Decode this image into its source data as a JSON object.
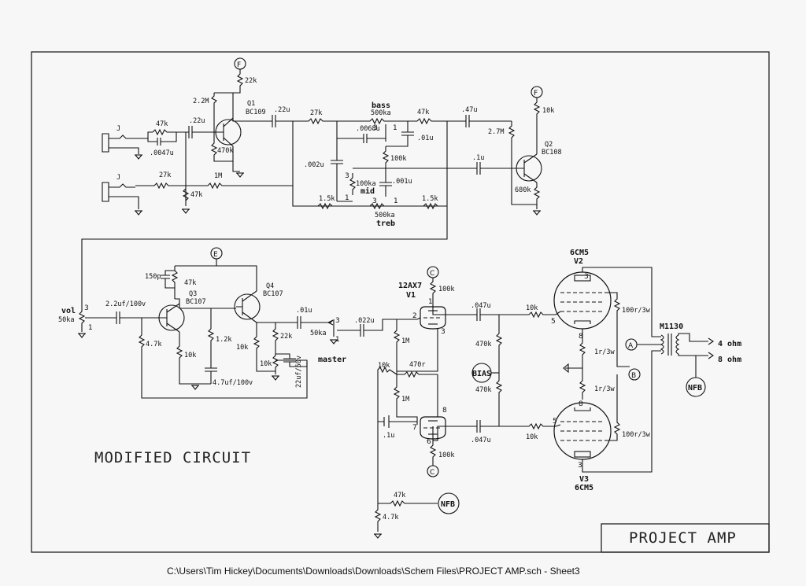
{
  "sheet": {
    "circuit_label": "MODIFIED CIRCUIT",
    "title_block": "PROJECT AMP",
    "footer_path": "C:\\Users\\Tim Hickey\\Documents\\Downloads\\Downloads\\Schem Files\\PROJECT AMP.sch  -  Sheet3"
  },
  "nets": {
    "F": "F",
    "E": "E",
    "C": "C",
    "A": "A",
    "B": "B",
    "BIAS": "BIAS",
    "NFB": "NFB"
  },
  "jacks": {
    "j1": "J",
    "j2": "J"
  },
  "pin": {
    "1": "1",
    "2": "2",
    "3": "3",
    "5": "5",
    "6": "6",
    "7": "7",
    "8": "8"
  },
  "parts": {
    "r_47k_in": "47k",
    "c_0047u": ".0047u",
    "c_22u_in": ".22u",
    "r_2_2M": "2.2M",
    "r_22k_q1": "22k",
    "q1_name": "Q1",
    "q1_type": "BC109",
    "r_470k_q1": "470k",
    "c_22u_out": ".22u",
    "r_27k_top": "27k",
    "r_27k_j2": "27k",
    "r_1M_mix": "1M",
    "r_47k_gnd": "47k",
    "bass_name": "bass",
    "bass_val": "500ka",
    "c_0068u": ".0068u",
    "c_01u_bass": ".01u",
    "c_002u": ".002u",
    "r_100k_tone": "100k",
    "mid_name": "mid",
    "mid_val": "100ka",
    "c_001u": ".001u",
    "r_1_5k_l": "1.5k",
    "r_1_5k_r": "1.5k",
    "treb_val": "500ka",
    "treb_name": "treb",
    "r_47k_tone": "47k",
    "c_47u": ".47u",
    "r_10k_q2": "10k",
    "r_2_7M": "2.7M",
    "c_1u_q2": ".1u",
    "q2_name": "Q2",
    "q2_type": "BC108",
    "r_680k": "680k",
    "vol_name": "vol",
    "vol_val": "50ka",
    "c_2_2uf": "2.2uf/100v",
    "c_150p": "150p",
    "r_47k_q3": "47k",
    "q3_name": "Q3",
    "q3_type": "BC107",
    "q4_name": "Q4",
    "q4_type": "BC107",
    "r_4_7k_in": "4.7k",
    "r_10k_q3e": "10k",
    "r_1_2k": "1.2k",
    "c_4_7uf": "4.7uf/100v",
    "r_10k_q4": "10k",
    "c_01u_q4": ".01u",
    "r_22k_q4": "22k",
    "r_10k_q4e": "10k",
    "c_22uf": "22uf/50v",
    "master_val": "50ka",
    "master_name": "master",
    "c_022u": ".022u",
    "v1_name": "V1",
    "v1_type": "12AX7",
    "r_100k_v1a": "100k",
    "r_1M_a": "1M",
    "r_10k_pi": "10k",
    "r_470r": "470r",
    "r_1M_b": "1M",
    "c_1u_pi": ".1u",
    "r_100k_v1b": "100k",
    "c_047u_a": ".047u",
    "c_047u_b": ".047u",
    "r_10k_g1": "10k",
    "r_10k_g2": "10k",
    "r_470k_a": "470k",
    "r_470k_b": "470k",
    "v2_type": "6CM5",
    "v2_name": "V2",
    "v3_name": "V3",
    "v3_type": "6CM5",
    "r_100r_a": "100r/3w",
    "r_100r_b": "100r/3w",
    "r_1r_a": "1r/3w",
    "r_1r_b": "1r/3w",
    "ot_name": "M1130",
    "out_4": "4 ohm",
    "out_8": "8 ohm",
    "r_47k_nfb": "47k",
    "r_4_7k_nfb": "4.7k"
  }
}
